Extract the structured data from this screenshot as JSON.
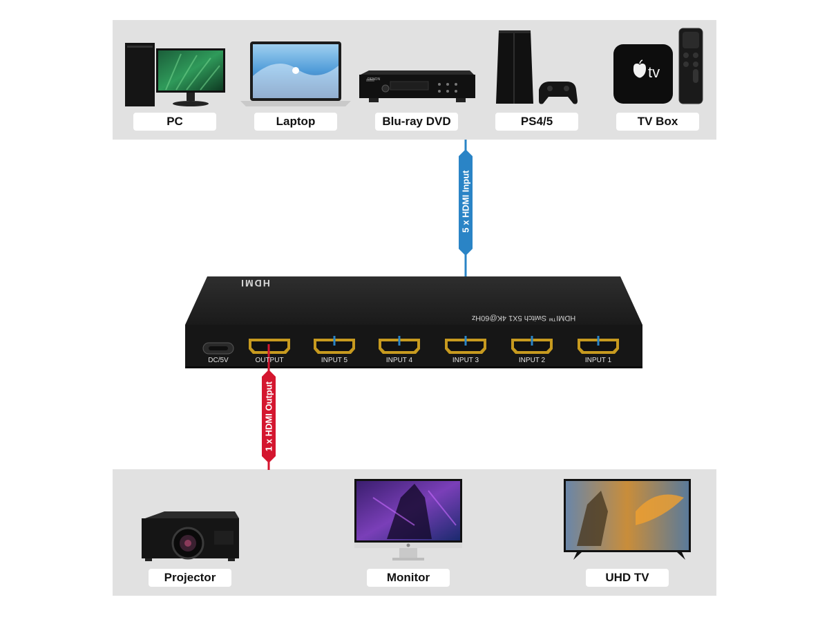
{
  "sources": [
    {
      "id": "pc",
      "label": "PC",
      "icon": "pc-icon"
    },
    {
      "id": "laptop",
      "label": "Laptop",
      "icon": "laptop-icon"
    },
    {
      "id": "bluray",
      "label": "Blu-ray DVD",
      "icon": "bluray-player-icon"
    },
    {
      "id": "ps",
      "label": "PS4/5",
      "icon": "game-console-icon"
    },
    {
      "id": "tvbox",
      "label": "TV Box",
      "icon": "tv-box-icon"
    }
  ],
  "displays": [
    {
      "id": "projector",
      "label": "Projector",
      "icon": "projector-icon"
    },
    {
      "id": "monitor",
      "label": "Monitor",
      "icon": "monitor-icon"
    },
    {
      "id": "uhdtv",
      "label": "UHD TV",
      "icon": "uhd-tv-icon"
    }
  ],
  "switch": {
    "logo": "HDMI",
    "model_text": "HDMI™ Switch 5X1 4K@60Hz",
    "ports": [
      "DC/5V",
      "OUTPUT",
      "INPUT 5",
      "INPUT 4",
      "INPUT 3",
      "INPUT 2",
      "INPUT 1"
    ]
  },
  "connections": {
    "input_label": "5 x HDMI Input",
    "output_label": "1 x HDMI Output",
    "input_color": "#2a84c6",
    "output_color": "#d4162f"
  },
  "brand": {
    "tvbox_text": "tv",
    "bluray_brand": "DENON"
  }
}
